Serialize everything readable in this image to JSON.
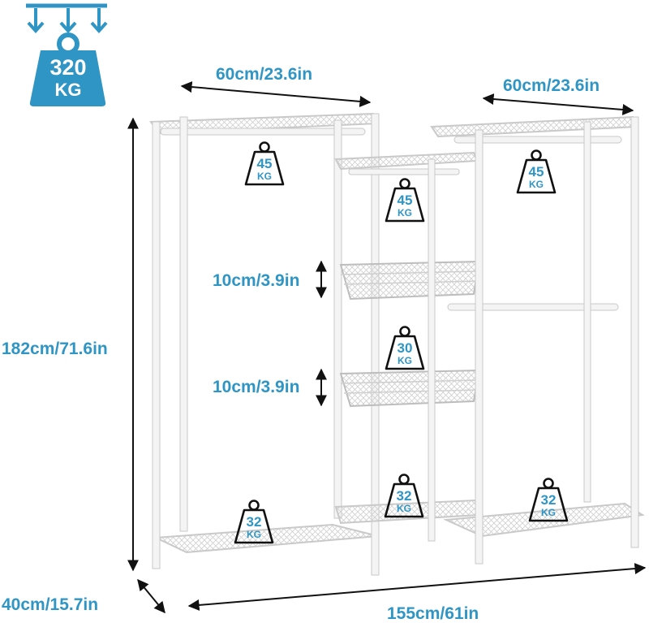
{
  "capacity": {
    "total_value": "320",
    "total_unit": "KG"
  },
  "dimensions": {
    "left_width": "60cm/23.6in",
    "right_width": "60cm/23.6in",
    "height": "182cm/71.6in",
    "depth": "40cm/15.7in",
    "total_width": "155cm/61in",
    "basket_gap_top": "10cm/3.9in",
    "basket_gap_bottom": "10cm/3.9in"
  },
  "loads": [
    {
      "value": "45",
      "unit": "KG"
    },
    {
      "value": "45",
      "unit": "KG"
    },
    {
      "value": "45",
      "unit": "KG"
    },
    {
      "value": "30",
      "unit": "KG"
    },
    {
      "value": "32",
      "unit": "KG"
    },
    {
      "value": "32",
      "unit": "KG"
    },
    {
      "value": "32",
      "unit": "KG"
    }
  ],
  "colors": {
    "accent": "#2f95c4",
    "frame": "#f4f4f4",
    "frame_edge": "#c9c9c9",
    "dimension_line": "#111111"
  }
}
